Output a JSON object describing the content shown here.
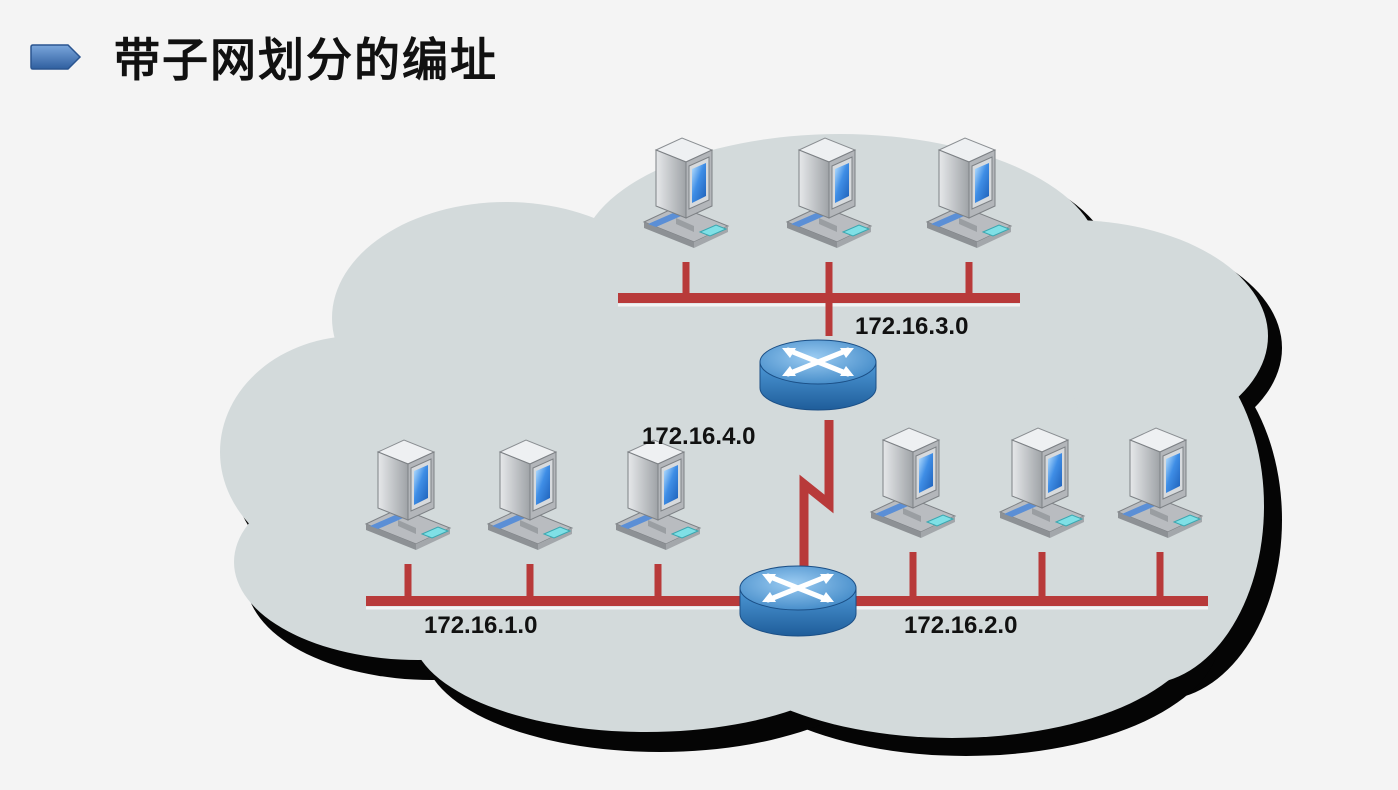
{
  "slide": {
    "title": "带子网划分的编址"
  },
  "diagram": {
    "type": "network-topology",
    "nodes": [
      {
        "id": "pc-top-1",
        "kind": "workstation",
        "segment": "172.16.3.0"
      },
      {
        "id": "pc-top-2",
        "kind": "workstation",
        "segment": "172.16.3.0"
      },
      {
        "id": "pc-top-3",
        "kind": "workstation",
        "segment": "172.16.3.0"
      },
      {
        "id": "pc-left-1",
        "kind": "workstation",
        "segment": "172.16.1.0"
      },
      {
        "id": "pc-left-2",
        "kind": "workstation",
        "segment": "172.16.1.0"
      },
      {
        "id": "pc-left-3",
        "kind": "workstation",
        "segment": "172.16.1.0"
      },
      {
        "id": "pc-right-1",
        "kind": "workstation",
        "segment": "172.16.2.0"
      },
      {
        "id": "pc-right-2",
        "kind": "workstation",
        "segment": "172.16.2.0"
      },
      {
        "id": "pc-right-3",
        "kind": "workstation",
        "segment": "172.16.2.0"
      },
      {
        "id": "router-top",
        "kind": "router"
      },
      {
        "id": "router-bottom",
        "kind": "router"
      }
    ],
    "edges": [
      {
        "from": "router-top",
        "to": "router-bottom",
        "kind": "serial",
        "segment": "172.16.4.0"
      }
    ],
    "labels": {
      "top": "172.16.3.0",
      "link": "172.16.4.0",
      "left": "172.16.1.0",
      "right": "172.16.2.0"
    }
  },
  "colors": {
    "title_bullet": "#4a7ab8",
    "cloud": "#d3dadb",
    "cloud_shadow": "#050505",
    "lan_cable": "#b83a3a",
    "router": "#3a84c4",
    "monitor_screen": "#3f8ee6",
    "pc_body": "#c8cacc"
  },
  "icons": [
    "arrow-bullet-icon",
    "computer-icon",
    "router-icon"
  ]
}
